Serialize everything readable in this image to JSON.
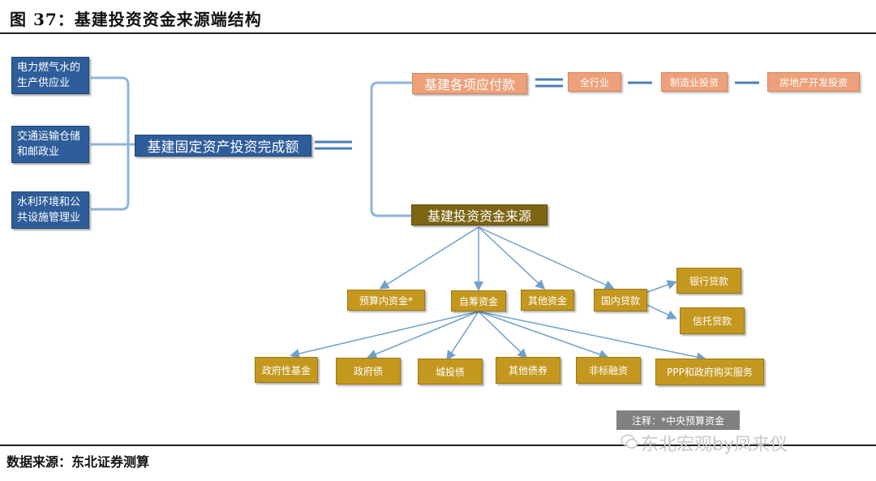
{
  "title": "图  37：基建投资资金来源端结构",
  "source": "数据来源：东北证券测算",
  "watermark": "东北宏观by凤来仪",
  "sectors": [
    {
      "label": "电力燃气水的生产供应业"
    },
    {
      "label": "交通运输仓储和邮政业"
    },
    {
      "label": "水利环境和公共设施管理业"
    }
  ],
  "main_box": "基建固定资产投资完成额",
  "payment_box": "基建各项应付款",
  "payment_items": [
    "全行业",
    "制造业投资",
    "房地产开发投资"
  ],
  "funding_box": "基建投资资金来源",
  "funding_sources": [
    "预算内资金*",
    "自筹资金",
    "其他资金",
    "国内贷款"
  ],
  "loan_types": [
    "银行贷款",
    "信托贷款"
  ],
  "self_raised": [
    "政府性基金",
    "政府债",
    "城投债",
    "其他债券",
    "非标融资",
    "PPP和政府购买服务"
  ],
  "note": "注释：*中央预算资金",
  "colors": {
    "blue": "#2e5d9a",
    "salmon": "#eda07a",
    "olive": "#7d6514",
    "gold": "#c4981f",
    "connector": "#6fa0cc"
  }
}
